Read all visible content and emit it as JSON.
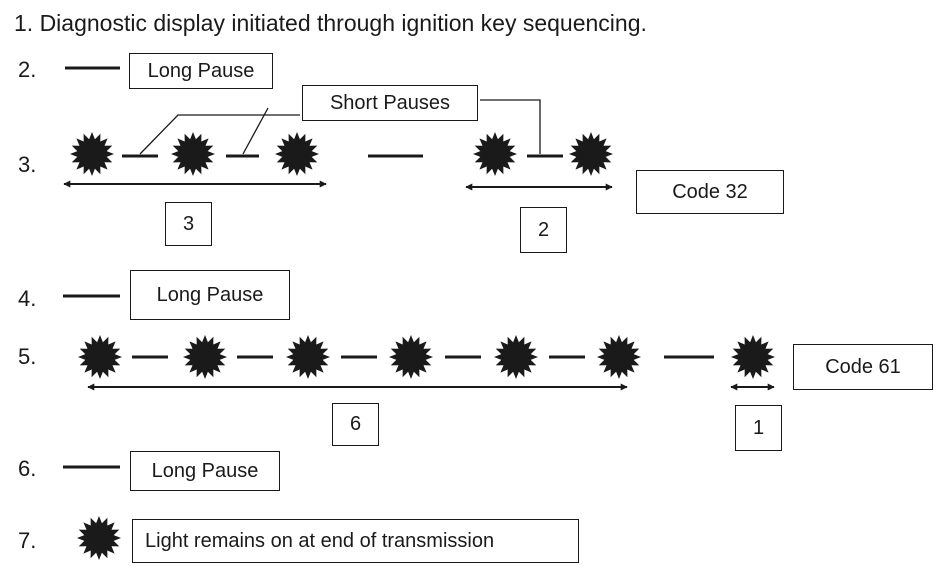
{
  "title": "1. Diagnostic display initiated through ignition key sequencing.",
  "steps": [
    {
      "number": "2."
    },
    {
      "number": "3."
    },
    {
      "number": "4."
    },
    {
      "number": "5."
    },
    {
      "number": "6."
    },
    {
      "number": "7."
    }
  ],
  "labels": {
    "long_pause_2": "Long Pause",
    "short_pauses": "Short Pauses",
    "code_32": "Code 32",
    "flash_count_3": "3",
    "flash_count_2": "2",
    "long_pause_4": "Long Pause",
    "code_61": "Code 61",
    "flash_count_6": "6",
    "flash_count_1": "1",
    "long_pause_6": "Long Pause",
    "light_remains_on": "Light remains on at end of transmission"
  },
  "colors": {
    "ink": "#1a1a1a",
    "background": "#ffffff"
  },
  "icons": {
    "flash": "starburst-flash-icon"
  }
}
